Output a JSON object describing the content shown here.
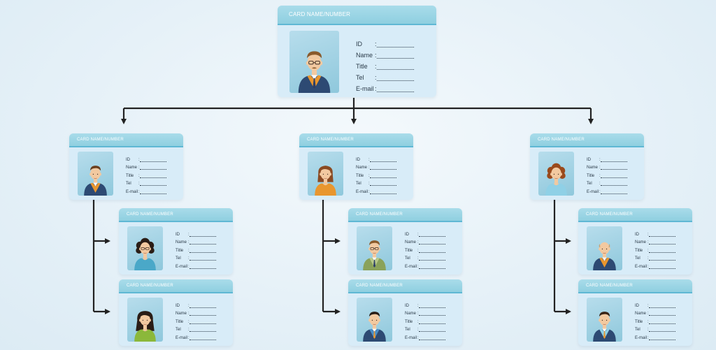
{
  "card_template": {
    "header": "CARD NAME/NUMBER",
    "fields": [
      "ID",
      "Name",
      "Title",
      "Tel",
      "E-mail"
    ],
    "separator": ":"
  },
  "cards": [
    {
      "id": "top",
      "avatar": "man-glasses-orange-vest"
    },
    {
      "id": "left",
      "avatar": "man-orange-vest"
    },
    {
      "id": "center",
      "avatar": "woman-orange-top"
    },
    {
      "id": "right",
      "avatar": "woman-curly-blue-top"
    },
    {
      "id": "left-1",
      "avatar": "woman-glasses-blue-top"
    },
    {
      "id": "left-2",
      "avatar": "woman-green-top"
    },
    {
      "id": "center-1",
      "avatar": "man-glasses-green-vest"
    },
    {
      "id": "center-2",
      "avatar": "man-blue-shirt"
    },
    {
      "id": "right-1",
      "avatar": "bald-man-orange-vest"
    },
    {
      "id": "right-2",
      "avatar": "man-blue-vest"
    }
  ],
  "colors": {
    "card_body": "#d8ecf8",
    "card_header": "#8fcfe0",
    "connector": "#222222"
  }
}
